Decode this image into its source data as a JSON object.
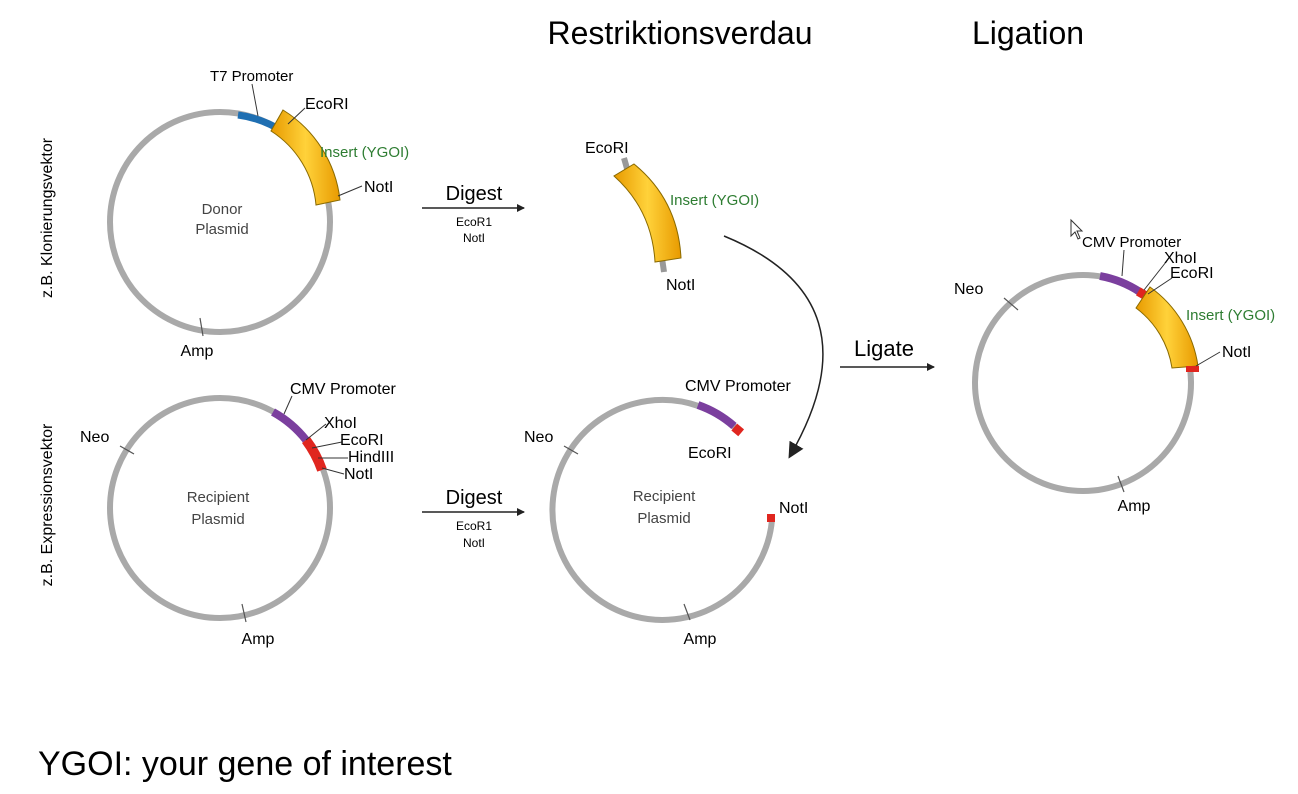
{
  "headings": {
    "digest": "Restriktionsverdau",
    "ligation": "Ligation"
  },
  "side_labels": {
    "cloning": "z.B. Klonierungsvektor",
    "expression": "z.B. Expressionsvektor"
  },
  "footnote": "YGOI: your gene of interest",
  "donor": {
    "name_line1": "Donor",
    "name_line2": "Plasmid",
    "t7": "T7 Promoter",
    "ecori": "EcoRI",
    "insert": "Insert (YGOI)",
    "noti": "NotI",
    "amp": "Amp"
  },
  "recipient": {
    "name_line1": "Recipient",
    "name_line2": "Plasmid",
    "cmv": "CMV Promoter",
    "xhoi": "XhoI",
    "ecori": "EcoRI",
    "hindiii": "HindIII",
    "noti": "NotI",
    "neo": "Neo",
    "amp": "Amp"
  },
  "digest_step": {
    "label": "Digest",
    "enzyme1": "EcoR1",
    "enzyme2": "NotI"
  },
  "fragment": {
    "ecori": "EcoRI",
    "insert": "Insert (YGOI)",
    "noti": "NotI"
  },
  "cut_recipient": {
    "name_line1": "Recipient",
    "name_line2": "Plasmid",
    "cmv": "CMV Promoter",
    "ecori": "EcoRI",
    "noti": "NotI",
    "neo": "Neo",
    "amp": "Amp"
  },
  "ligate_step": {
    "label": "Ligate"
  },
  "product": {
    "cmv": "CMV Promoter",
    "xhoi": "XhoI",
    "ecori": "EcoRI",
    "insert": "Insert (YGOI)",
    "noti": "NotI",
    "neo": "Neo",
    "amp": "Amp"
  },
  "colors": {
    "backbone": "#a9a9a9",
    "t7": "#1f6fb2",
    "insert": "#f5b800",
    "cmv": "#7b3f9e",
    "site": "#e0261f",
    "insert_text": "#2e7d32"
  }
}
